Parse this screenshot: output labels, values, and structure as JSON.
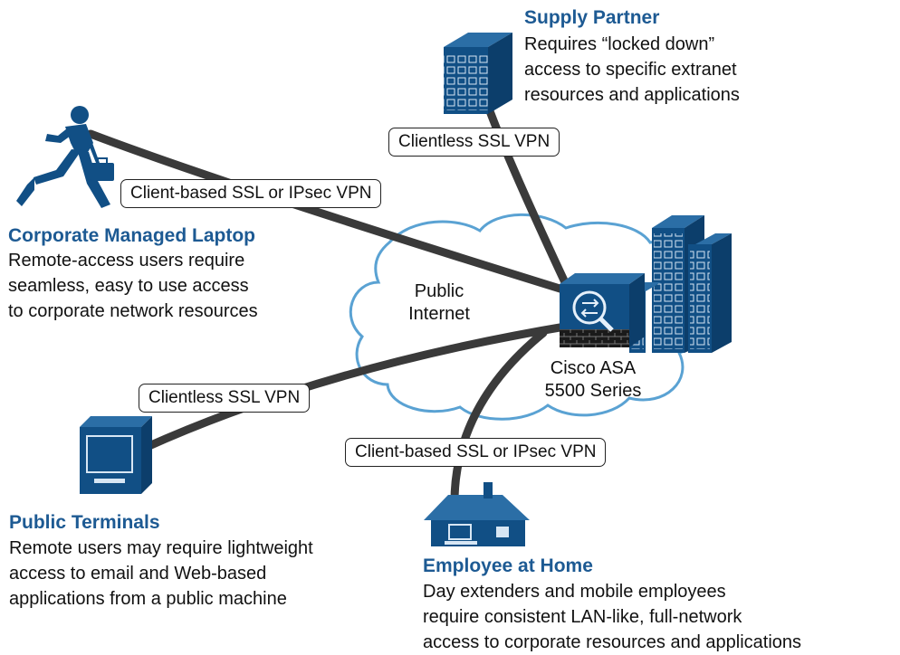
{
  "supply_partner": {
    "title": "Supply Partner",
    "lines": [
      "Requires “locked down”",
      "access to specific extranet",
      "resources and applications"
    ]
  },
  "corporate_laptop": {
    "title": "Corporate Managed Laptop",
    "lines": [
      "Remote-access users require",
      "seamless, easy to use access",
      "to corporate network resources"
    ]
  },
  "public_terminals": {
    "title": "Public Terminals",
    "lines": [
      "Remote users may require lightweight",
      "access to email and Web-based",
      "applications from a public machine"
    ]
  },
  "employee_home": {
    "title": "Employee at Home",
    "lines": [
      "Day extenders and mobile employees",
      "require consistent LAN-like, full-network",
      "access to corporate resources and applications"
    ]
  },
  "links": {
    "supply": "Clientless SSL VPN",
    "laptop": "Client-based SSL or IPsec VPN",
    "terminal": "Clientless SSL VPN",
    "home": "Client-based SSL or IPsec VPN"
  },
  "cloud": {
    "line1": "Public",
    "line2": "Internet"
  },
  "asa": {
    "line1": "Cisco ASA",
    "line2": "5500 Series"
  },
  "colors": {
    "accent": "#1d5a93",
    "device": "#114f85",
    "link": "#3a3a3a",
    "cloud_stroke": "#5aa2d3"
  },
  "icons": [
    "building-icon",
    "running-man-icon",
    "terminal-icon",
    "house-icon",
    "asa-firewall-icon",
    "hq-building-icon",
    "cloud-icon"
  ]
}
